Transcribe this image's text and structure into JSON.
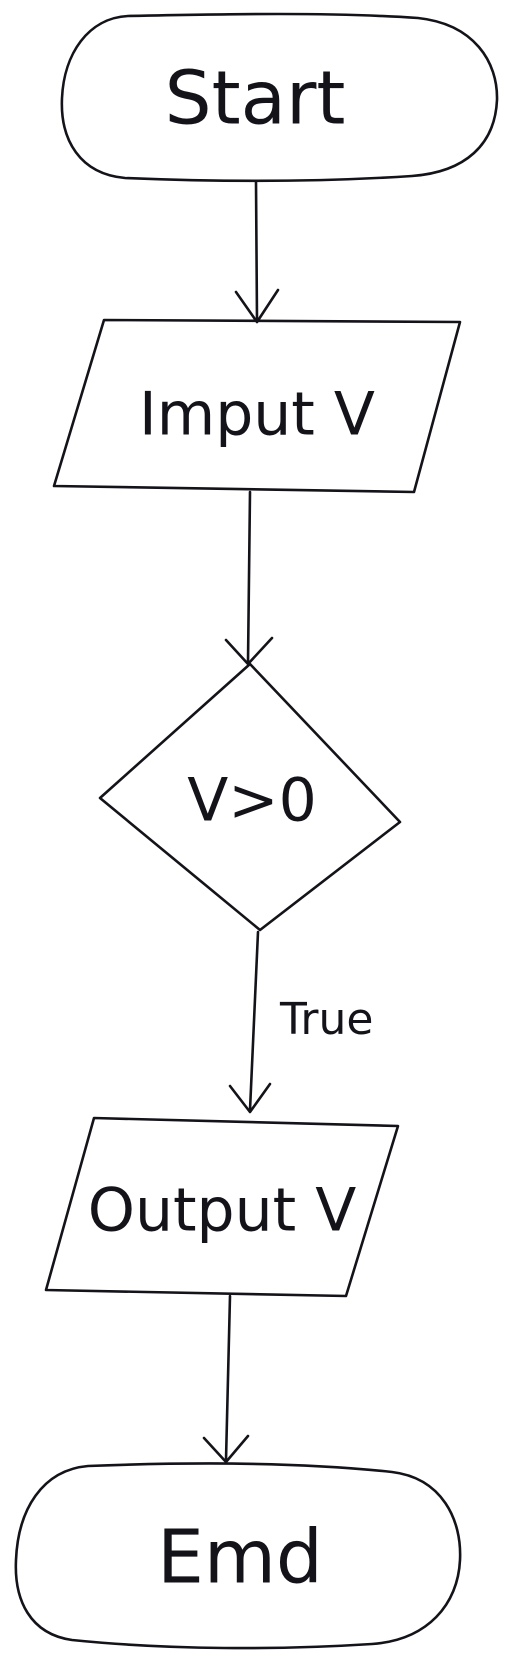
{
  "diagram": {
    "nodes": [
      {
        "id": "start",
        "shape": "terminator",
        "label": "Start"
      },
      {
        "id": "input",
        "shape": "parallelogram",
        "label": "Imput V"
      },
      {
        "id": "decision",
        "shape": "diamond",
        "label": "V>0"
      },
      {
        "id": "output",
        "shape": "parallelogram",
        "label": "Output V"
      },
      {
        "id": "end",
        "shape": "terminator",
        "label": "Emd"
      }
    ],
    "edges": [
      {
        "from": "start",
        "to": "input",
        "label": ""
      },
      {
        "from": "input",
        "to": "decision",
        "label": ""
      },
      {
        "from": "decision",
        "to": "output",
        "label": "True"
      },
      {
        "from": "output",
        "to": "end",
        "label": ""
      }
    ]
  }
}
